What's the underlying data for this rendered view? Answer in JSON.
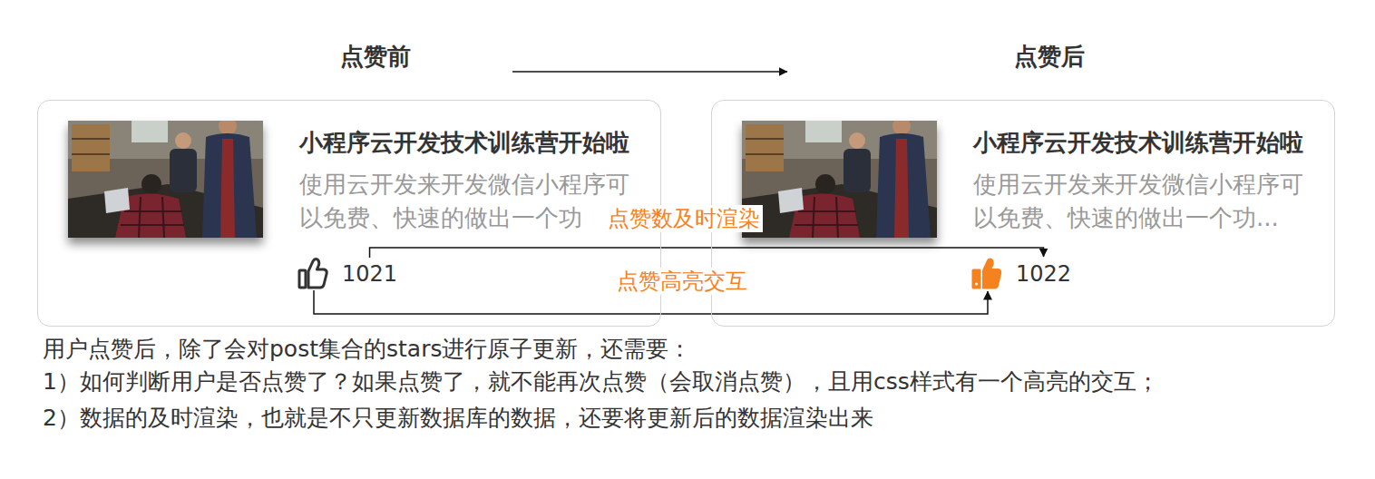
{
  "diagram": {
    "nodes": [
      {
        "text": [
          "点赞前",
          "小程序云开发技术训练营开始啦",
          "使用云开发来开发微信小程序可 以免费、快速的做出一个功"
        ]
      },
      {
        "text": [
          "1021"
        ],
        "in": 0
      },
      {
        "text": [
          "点赞后",
          "小程序云开发技术训练营开始啦",
          "使用云开发来开发微信小程序可 以免费、快速的做出一个功..."
        ]
      },
      {
        "text": [
          "1022"
        ],
        "in": 2
      }
    ],
    "edges": [
      {
        "from": 0,
        "to": 2,
        "arrow": "to"
      },
      {
        "from": 1,
        "to": 3,
        "label": "点赞数及时渲染",
        "arrow": "to"
      },
      {
        "from": 1,
        "to": 3,
        "label": "点赞高亮交互",
        "arrow": "to"
      }
    ],
    "labels": [
      "用户点赞后，除了会对post集合的stars进行原子更新，还需要：",
      "1）如何判断用户是否点赞了？如果点赞了，就不能再次点赞（会取消点赞），且用css样式有一个高亮的交互；",
      "2）数据的及时渲染，也就是不只更新数据库的数据，还要将更新后的数据渲染出来"
    ]
  }
}
